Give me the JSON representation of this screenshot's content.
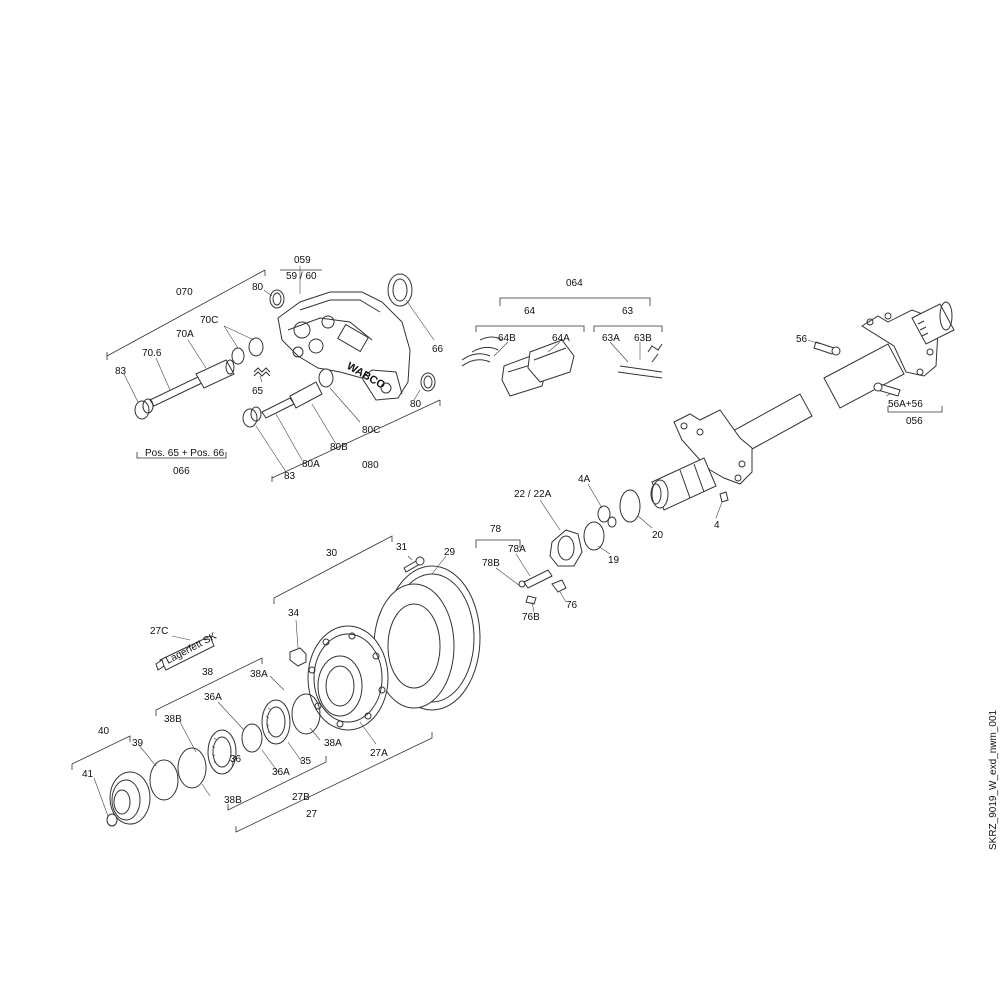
{
  "drawing_id": "SKRZ_9019_W_exd_nwm_001",
  "logo_text": "WABCO",
  "tube_label": "Lagerfett SK",
  "labels": {
    "l059": "059",
    "l59_60": "59 / 60",
    "l070": "070",
    "l80a": "80",
    "l80b": "80",
    "l70C": "70C",
    "l70A": "70A",
    "l70_6": "70.6",
    "l83a": "83",
    "l83b": "83",
    "l65": "65",
    "l66": "66",
    "l80C": "80C",
    "l80B": "80B",
    "l80A": "80A",
    "l080": "080",
    "lPos": "Pos. 65 + Pos. 66",
    "l066": "066",
    "l064": "064",
    "l64": "64",
    "l63": "63",
    "l64B": "64B",
    "l64A": "64A",
    "l63A": "63A",
    "l63B": "63B",
    "l56": "56",
    "l56A56": "56A+56",
    "l056": "056",
    "l4A": "4A",
    "l4": "4",
    "l20": "20",
    "l19": "19",
    "l22": "22 / 22A",
    "l78": "78",
    "l78A": "78A",
    "l78B": "78B",
    "l76": "76",
    "l76B": "76B",
    "l30": "30",
    "l31": "31",
    "l29": "29",
    "l34": "34",
    "l27C": "27C",
    "l38": "38",
    "l38A1": "38A",
    "l36A1": "36A",
    "l38B1": "38B",
    "l38A2": "38A",
    "l27A": "27A",
    "l35": "35",
    "l36A2": "36A",
    "l36": "36",
    "l27B": "27B",
    "l38B2": "38B",
    "l27": "27",
    "l40": "40",
    "l39": "39",
    "l41": "41"
  }
}
